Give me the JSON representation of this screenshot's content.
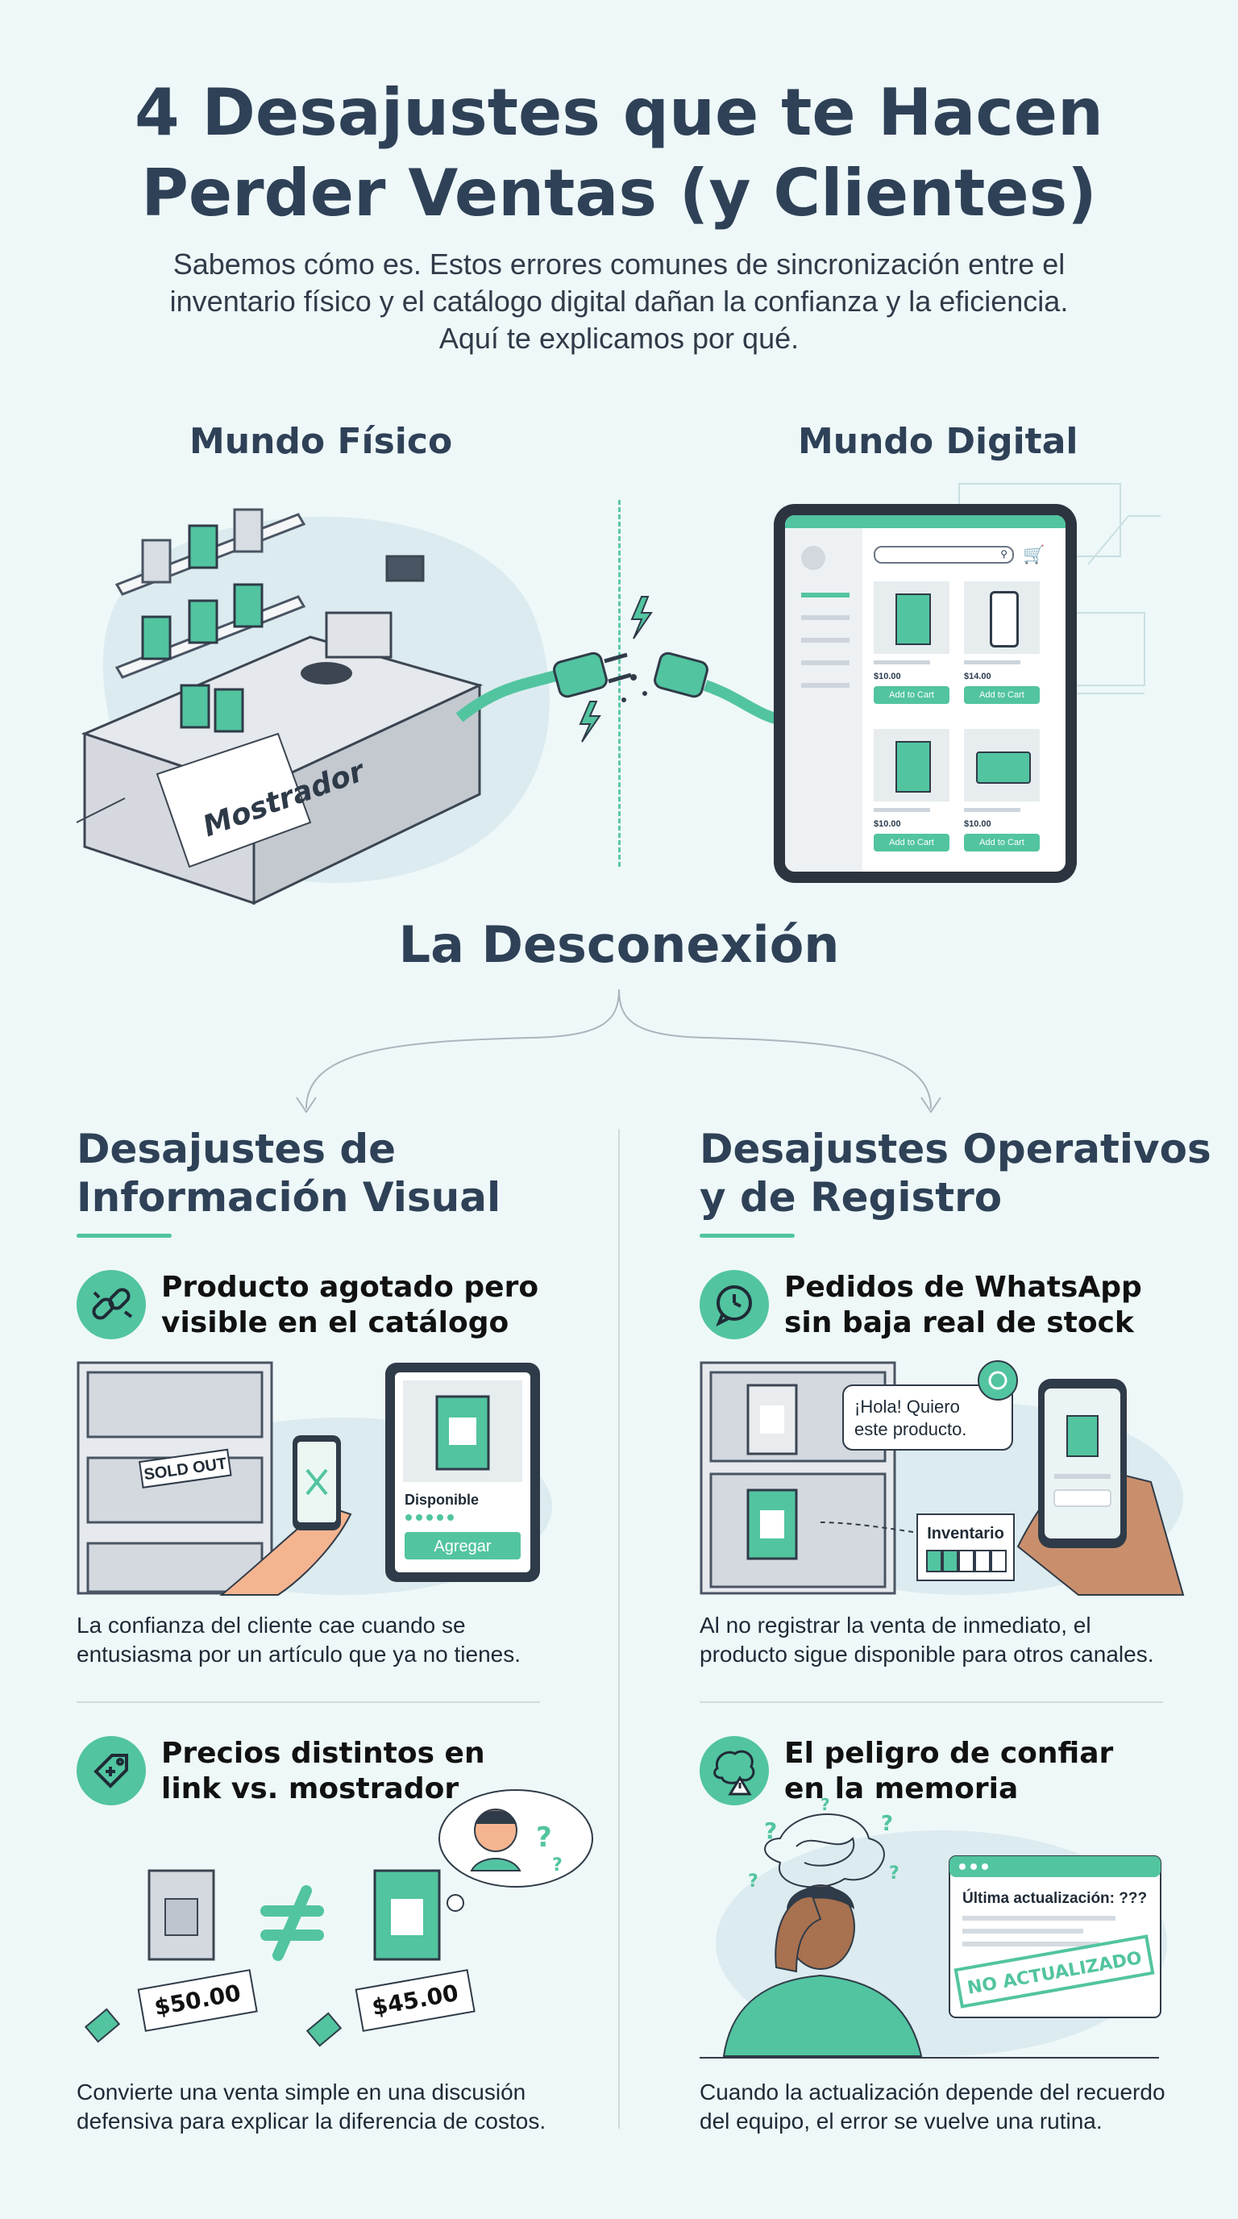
{
  "header": {
    "title_line1": "4 Desajustes que te Hacen",
    "title_line2": "Perder Ventas (y Clientes)",
    "subtitle_line1": "Sabemos cómo es. Estos errores comunes de sincronización entre el",
    "subtitle_line2": "inventario físico y el catálogo digital dañan la confianza y la eficiencia.",
    "subtitle_line3": "Aquí te explicamos por qué."
  },
  "worlds": {
    "physical_label": "Mundo Físico",
    "digital_label": "Mundo Digital",
    "counter_sign": "Mostrador",
    "tablet_products": [
      {
        "price": "$10.00",
        "button": "Add to Cart"
      },
      {
        "price": "$14.00",
        "button": "Add to Cart"
      },
      {
        "price": "$10.00",
        "button": "Add to Cart"
      },
      {
        "price": "$10.00",
        "button": "Add to Cart"
      }
    ]
  },
  "disconnect_title": "La Desconexión",
  "columns": {
    "left": {
      "title_line1": "Desajustes de",
      "title_line2": "Información Visual",
      "items": [
        {
          "title_line1": "Producto agotado pero",
          "title_line2": "visible en el catálogo",
          "illustration": {
            "sold_out": "SOLD OUT",
            "available": "Disponible",
            "add_button": "Agregar"
          },
          "desc_line1": "La confianza del cliente cae cuando se",
          "desc_line2": "entusiasma por un artículo que ya no tienes."
        },
        {
          "title_line1": "Precios distintos en",
          "title_line2": "link vs. mostrador",
          "illustration": {
            "price_a": "$50.00",
            "price_b": "$45.00"
          },
          "desc_line1": "Convierte una venta simple en una discusión",
          "desc_line2": "defensiva para explicar la diferencia de costos."
        }
      ]
    },
    "right": {
      "title_line1": "Desajustes Operativos",
      "title_line2": "y de Registro",
      "items": [
        {
          "title_line1": "Pedidos de WhatsApp",
          "title_line2": "sin baja real de stock",
          "illustration": {
            "chat_line1": "¡Hola! Quiero",
            "chat_line2": "este producto.",
            "inventory": "Inventario"
          },
          "desc_line1": "Al no registrar la venta de inmediato, el",
          "desc_line2": "producto sigue disponible para otros canales."
        },
        {
          "title_line1": "El peligro de confiar",
          "title_line2": "en la memoria",
          "illustration": {
            "last_update": "Última actualización: ???",
            "stamp": "NO ACTUALIZADO"
          },
          "desc_line1": "Cuando la actualización depende del recuerdo",
          "desc_line2": "del equipo, el error se vuelve una rutina."
        }
      ]
    }
  },
  "colors": {
    "accent": "#52c4a0",
    "heading": "#2e4157",
    "background": "#eef8f8"
  },
  "icons": [
    "broken-link-icon",
    "price-tag-icon",
    "chat-clock-icon",
    "brain-warning-icon",
    "cart-icon",
    "search-icon",
    "whatsapp-icon"
  ]
}
